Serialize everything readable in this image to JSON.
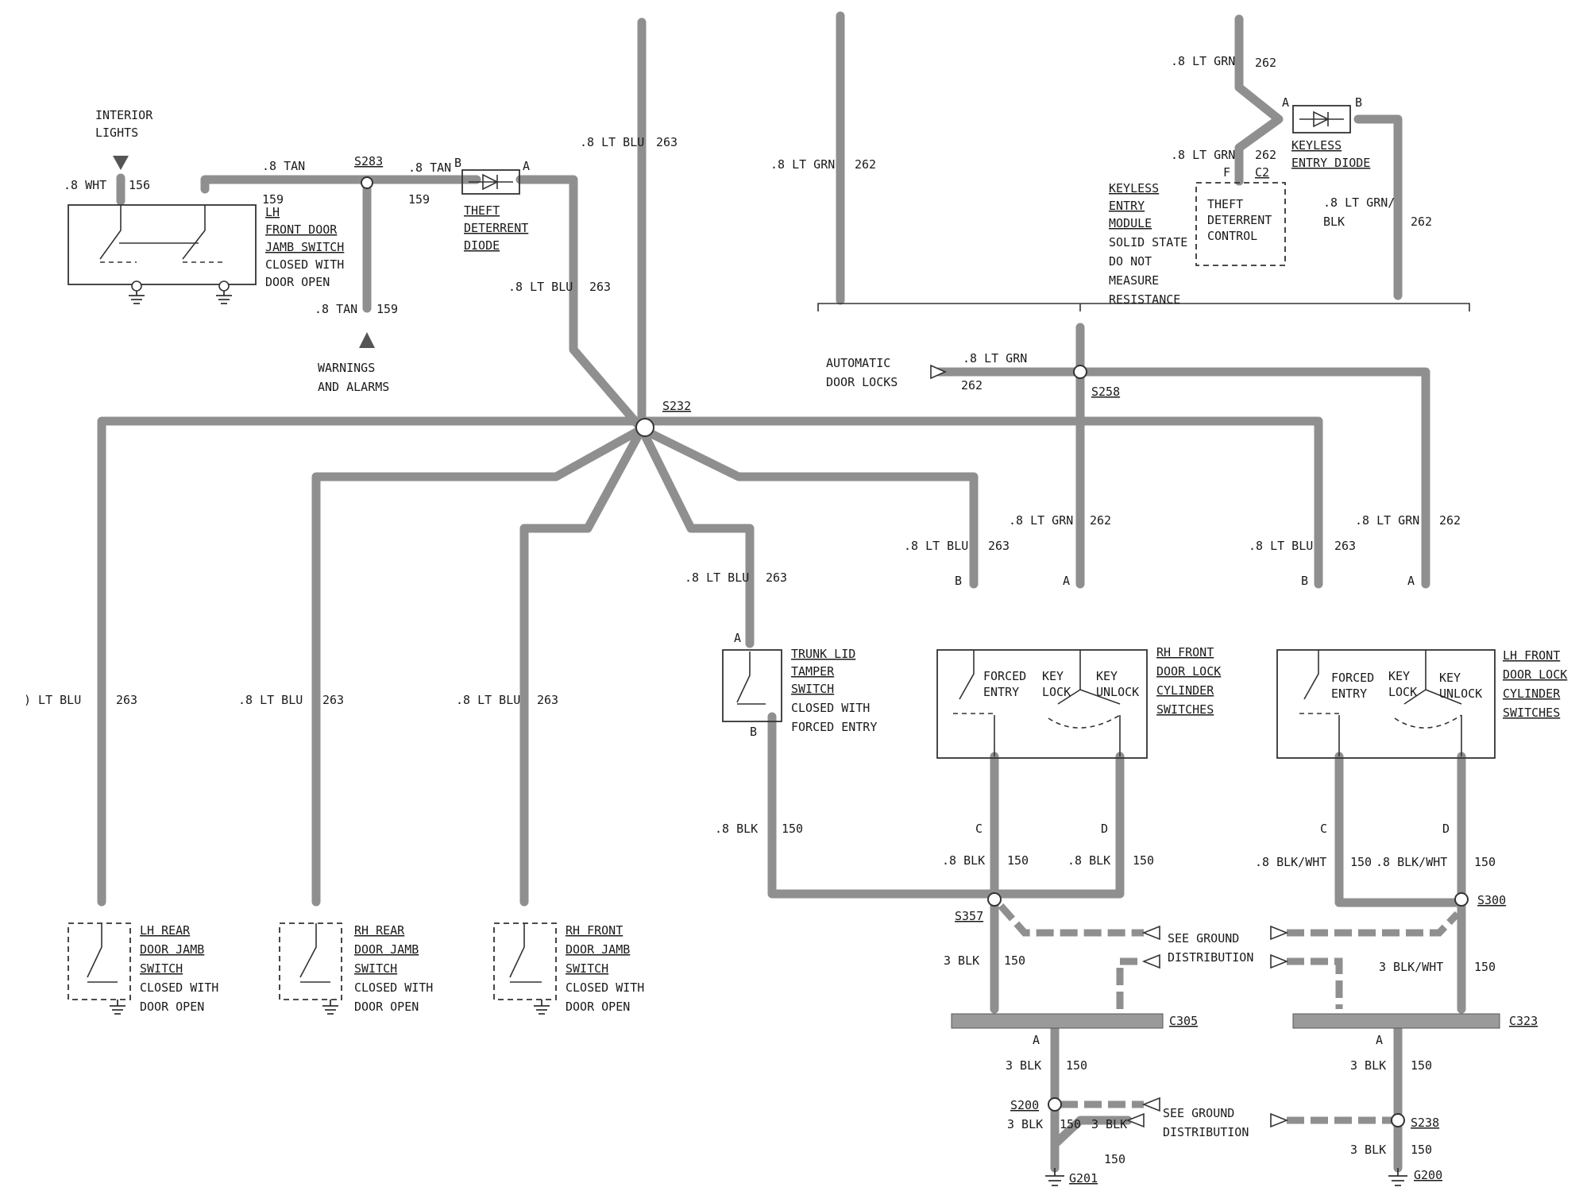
{
  "labels": {
    "interior_lights_1": "INTERIOR",
    "interior_lights_2": "LIGHTS",
    "wht_wire": ".8 WHT",
    "wht_circuit": "156",
    "tan_wire_a": ".8 TAN",
    "tan_circuit_a": "159",
    "tan_wire_b": ".8 TAN",
    "tan_circuit_b": "159",
    "tan_wire_c": ".8 TAN",
    "tan_circuit_c": "159",
    "splice_s283": "S283",
    "lh_front_jamb_1": "LH",
    "lh_front_jamb_2": "FRONT DOOR",
    "lh_front_jamb_3": "JAMB SWITCH",
    "lh_front_jamb_4": "CLOSED WITH",
    "lh_front_jamb_5": "DOOR OPEN",
    "warnings_1": "WARNINGS",
    "warnings_2": "AND ALARMS",
    "theft_diode_1": "THEFT",
    "theft_diode_2": "DETERRENT",
    "theft_diode_3": "DIODE",
    "pin_b_theft": "B",
    "pin_a_theft": "A",
    "ltblu_top": ".8 LT BLU",
    "c263_top": "263",
    "ltblu_mid": ".8 LT BLU",
    "c263_mid": "263",
    "splice_s232": "S232",
    "ltgrn_left": ".8 LT GRN",
    "c262_left": "262",
    "ltgrn_k1": ".8 LT GRN",
    "c262_k1": "262",
    "ltgrn_k2": ".8 LT GRN",
    "c262_k2": "262",
    "pin_a_keyless": "A",
    "pin_b_keyless": "B",
    "pin_f": "F",
    "conn_c2": "C2",
    "keyless_diode_1": "KEYLESS",
    "keyless_diode_2": "ENTRY DIODE",
    "keyless_module_1": "KEYLESS",
    "keyless_module_2": "ENTRY",
    "keyless_module_3": "MODULE",
    "keyless_module_4": "SOLID STATE",
    "keyless_module_5": "DO NOT",
    "keyless_module_6": "MEASURE",
    "keyless_module_7": "RESISTANCE",
    "theft_control_1": "THEFT",
    "theft_control_2": "DETERRENT",
    "theft_control_3": "CONTROL",
    "ltgrnblk_1": ".8 LT GRN/",
    "ltgrnblk_2": "BLK",
    "c262_right": "262",
    "auto_locks_1": "AUTOMATIC",
    "auto_locks_2": "DOOR LOCKS",
    "ltgrn_auto": ".8 LT GRN",
    "c262_auto": "262",
    "splice_s258": "S258",
    "ltblu_lhrear": ".8 LT BLU",
    "c263_lhrear": "263",
    "ltblu_rhrear": ".8 LT BLU",
    "c263_rhrear": "263",
    "ltblu_rhfront": ".8 LT BLU",
    "c263_rhfront": "263",
    "ltblu_trunk": ".8 LT BLU",
    "c263_trunk": "263",
    "ltblu_rhlock": ".8 LT BLU",
    "c263_rhlock": "263",
    "ltgrn_rhlock": ".8 LT GRN",
    "c262_rhlock": "262",
    "ltblu_lhlock": ".8 LT BLU",
    "c263_lhlock": "263",
    "ltgrn_lhlock": ".8 LT GRN",
    "c262_lhlock": "262",
    "pin_b_rhlock": "B",
    "pin_a_rhlock": "A",
    "pin_b_lhlock": "B",
    "pin_a_lhlock": "A",
    "pin_a_trunk": "A",
    "pin_b_trunk": "B",
    "trunk_1": "TRUNK LID",
    "trunk_2": "TAMPER",
    "trunk_3": "SWITCH",
    "trunk_4": "CLOSED WITH",
    "trunk_5": "FORCED ENTRY",
    "forced_entry_1": "FORCED",
    "forced_entry_2": "ENTRY",
    "key_lock_1": "KEY",
    "key_lock_2": "LOCK",
    "key_unlock_1": "KEY",
    "key_unlock_2": "UNLOCK",
    "forced_entry_1b": "FORCED",
    "forced_entry_2b": "ENTRY",
    "key_lock_1b": "KEY",
    "key_lock_2b": "LOCK",
    "key_unlock_1b": "KEY",
    "key_unlock_2b": "UNLOCK",
    "rh_lock_1": "RH FRONT",
    "rh_lock_2": "DOOR LOCK",
    "rh_lock_3": "CYLINDER",
    "rh_lock_4": "SWITCHES",
    "lh_lock_1": "LH FRONT",
    "lh_lock_2": "DOOR LOCK",
    "lh_lock_3": "CYLINDER",
    "lh_lock_4": "SWITCHES",
    "lh_rear_1": "LH REAR",
    "lh_rear_2": "DOOR JAMB",
    "lh_rear_3": "SWITCH",
    "lh_rear_4": "CLOSED WITH",
    "lh_rear_5": "DOOR OPEN",
    "rh_rear_1": "RH REAR",
    "rh_rear_2": "DOOR JAMB",
    "rh_rear_3": "SWITCH",
    "rh_rear_4": "CLOSED WITH",
    "rh_rear_5": "DOOR OPEN",
    "rh_front_1": "RH FRONT",
    "rh_front_2": "DOOR JAMB",
    "rh_front_3": "SWITCH",
    "rh_front_4": "CLOSED WITH",
    "rh_front_5": "DOOR OPEN",
    "blk_trunk": ".8 BLK",
    "c150_trunk": "150",
    "pin_c_rh": "C",
    "pin_d_rh": "D",
    "blk_c_rh": ".8 BLK",
    "c150_c_rh": "150",
    "blk_d_rh": ".8 BLK",
    "c150_d_rh": "150",
    "pin_c_lh": "C",
    "pin_d_lh": "D",
    "blkwht_c_lh": ".8 BLK/WHT",
    "c150_c_lh": "150",
    "blkwht_d_lh": ".8 BLK/WHT",
    "c150_d_lh": "150",
    "splice_s357": "S357",
    "splice_s300": "S300",
    "see_ground_1": "SEE GROUND",
    "see_ground_2": "DISTRIBUTION",
    "blk3_s357": "3 BLK",
    "c150_s357": "150",
    "blkwht3_s300": "3 BLK/WHT",
    "c150_s300": "150",
    "conn_c305": "C305",
    "conn_c323": "C323",
    "pin_a_c305": "A",
    "pin_a_c323": "A",
    "blk3_c305": "3 BLK",
    "c150_c305": "150",
    "blk3_c323": "3 BLK",
    "c150_c323": "150",
    "splice_s200": "S200",
    "splice_s238": "S238",
    "blk3_s200a": "3 BLK",
    "c150_s200a": "150",
    "blk3_s200b": "3 BLK",
    "c150_s200b": "150",
    "see_ground_3": "SEE GROUND",
    "see_ground_4": "DISTRIBUTION",
    "blk3_s238": "3 BLK",
    "c150_s238": "150",
    "ground_g201": "G201",
    "ground_g200": "G200",
    "ltblu_far_left": ") LT BLU",
    "c263_far_left": "263"
  }
}
